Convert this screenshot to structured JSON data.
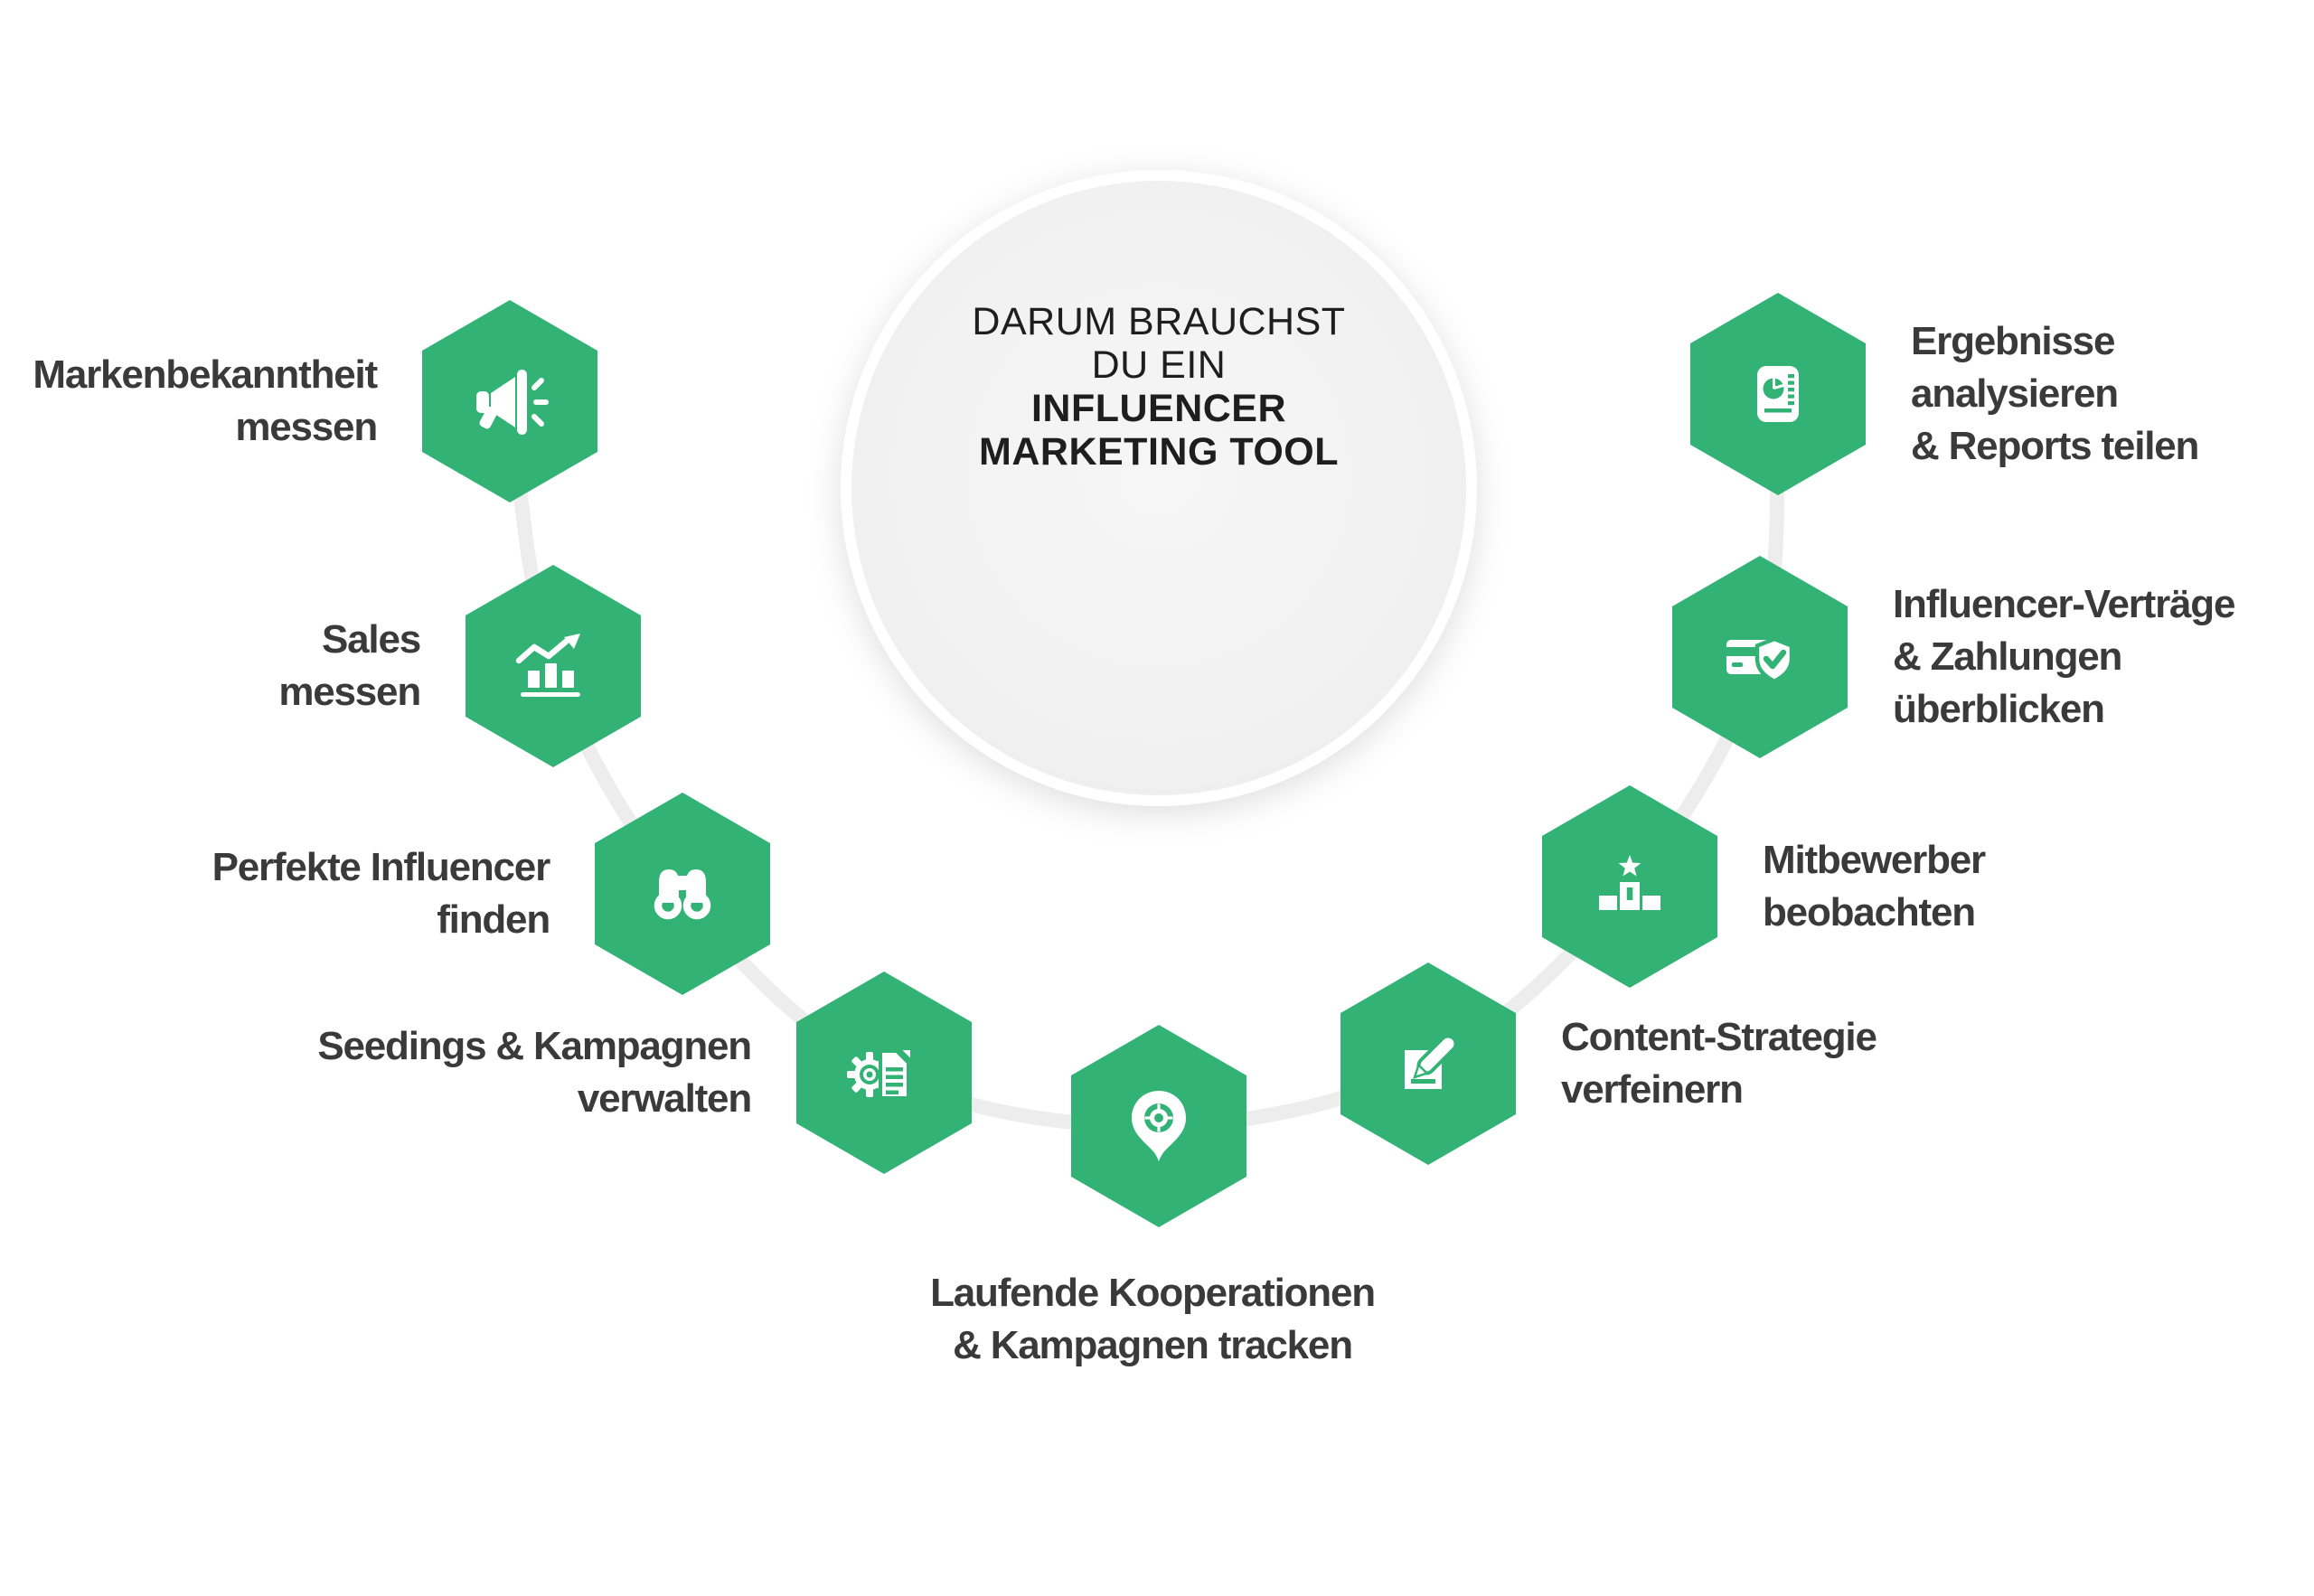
{
  "title": {
    "lines": [
      "DARUM BRAUCHST",
      "DU EIN",
      "INFLUENCER",
      "MARKETING TOOL"
    ],
    "bold_lines": [
      2,
      3
    ]
  },
  "items": [
    {
      "id": "markenbekanntheit",
      "icon": "megaphone-icon",
      "label_lines": [
        "Markenbekanntheit",
        "messen"
      ]
    },
    {
      "id": "sales",
      "icon": "bar-chart-trend-icon",
      "label_lines": [
        "Sales",
        "messen"
      ]
    },
    {
      "id": "influencer-finden",
      "icon": "binoculars-icon",
      "label_lines": [
        "Perfekte Influencer",
        "finden"
      ]
    },
    {
      "id": "seedings",
      "icon": "gear-document-icon",
      "label_lines": [
        "Seedings & Kampagnen",
        "verwalten"
      ]
    },
    {
      "id": "kooperationen",
      "icon": "location-pin-icon",
      "label_lines": [
        "Laufende Kooperationen",
        "& Kampagnen tracken"
      ]
    },
    {
      "id": "content-strategie",
      "icon": "edit-note-icon",
      "label_lines": [
        "Content-Strategie",
        "verfeinern"
      ]
    },
    {
      "id": "mitbewerber",
      "icon": "podium-star-icon",
      "label_lines": [
        "Mitbewerber",
        "beobachten"
      ]
    },
    {
      "id": "vertraege",
      "icon": "card-shield-check-icon",
      "label_lines": [
        "Influencer-Verträge",
        "& Zahlungen",
        "überblicken"
      ]
    },
    {
      "id": "ergebnisse",
      "icon": "report-analytics-icon",
      "label_lines": [
        "Ergebnisse",
        "analysieren",
        "& Reports teilen"
      ]
    }
  ],
  "colors": {
    "hexagon_green": "#32B375",
    "connector_gray": "#EDEDED",
    "circle_fill_center": "#F6F6F6",
    "circle_fill_edge": "#ECECEC",
    "circle_ring": "#FFFFFF",
    "title_text": "#1E1E1E",
    "label_text": "#3A3A3A",
    "icon_color": "#FFFFFF",
    "background": "#FFFFFF"
  }
}
